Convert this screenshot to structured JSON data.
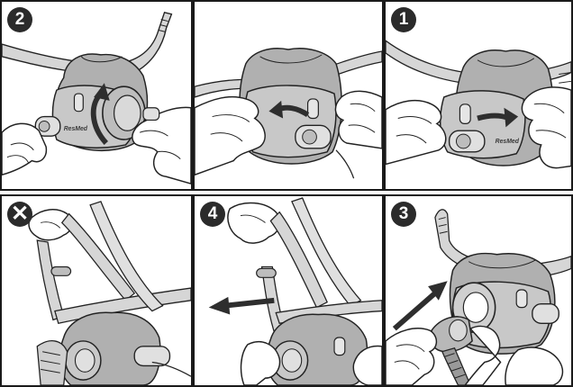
{
  "steps": {
    "top_left": "2",
    "top_middle": "",
    "top_right": "1",
    "bottom_left": "✕",
    "bottom_middle": "4",
    "bottom_right": "3"
  },
  "brand_text": "ResMed",
  "colors": {
    "frame": "#1a1a1a",
    "badge_bg": "#2b2b2b",
    "mask_cushion": "#a9a9a9",
    "mask_frame": "#c8c8c8",
    "headgear": "#d6d6d6",
    "arrow": "#2e2e2e"
  }
}
